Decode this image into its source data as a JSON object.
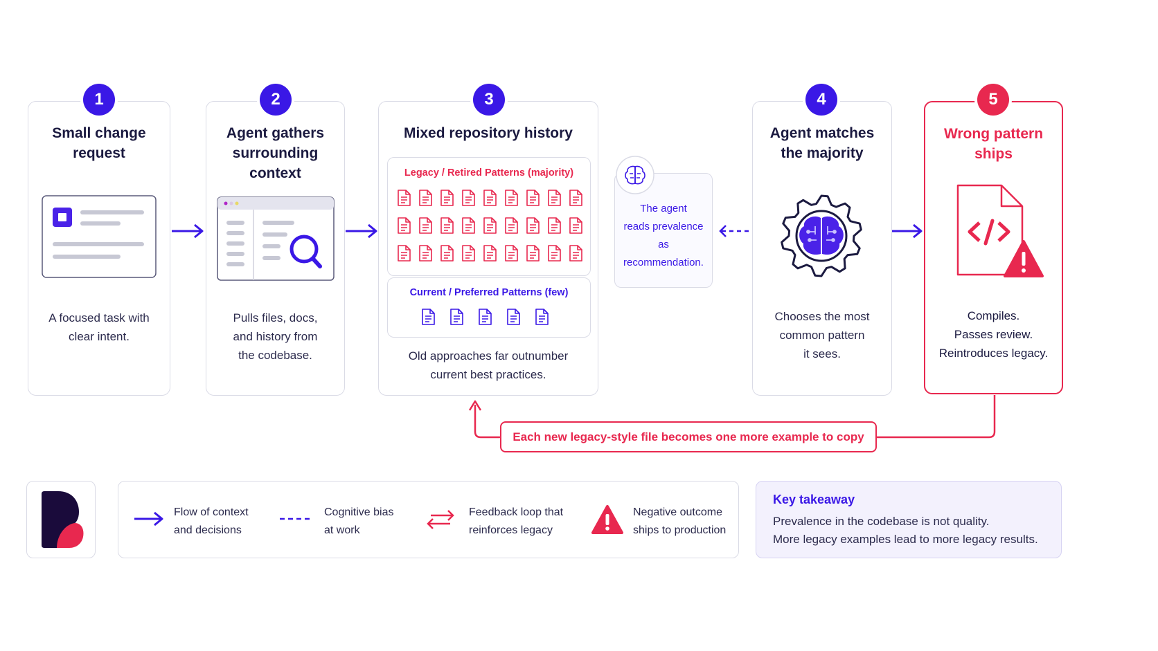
{
  "steps": [
    {
      "number": "1",
      "title_lines": [
        "Small change",
        "request"
      ],
      "desc_lines": [
        "A focused task with",
        "clear intent."
      ]
    },
    {
      "number": "2",
      "title_lines": [
        "Agent gathers",
        "surrounding",
        "context"
      ],
      "desc_lines": [
        "Pulls files, docs,",
        "and history from",
        "the codebase."
      ]
    },
    {
      "number": "3",
      "title_lines": [
        "Mixed repository history"
      ],
      "desc_lines": [
        "Old approaches far outnumber",
        "current best practices."
      ]
    },
    {
      "number": "4",
      "title_lines": [
        "Agent matches",
        "the majority"
      ],
      "desc_lines": [
        "Chooses the most",
        "common pattern",
        "it sees."
      ]
    },
    {
      "number": "5",
      "title_lines": [
        "Wrong pattern",
        "ships"
      ],
      "desc_lines": [
        "Compiles.",
        "Passes review.",
        "Reintroduces legacy."
      ]
    }
  ],
  "repository": {
    "legacy_title": "Legacy / Retired Patterns (majority)",
    "current_title": "Current / Preferred Patterns (few)"
  },
  "callout": {
    "lines": [
      "The agent",
      "reads prevalence",
      "as",
      "recommendation."
    ]
  },
  "feedback_loop": {
    "label": "Each new legacy-style file becomes one more example to copy"
  },
  "legend": [
    {
      "icon": "arrow-right-icon",
      "lines": [
        "Flow of context",
        "and decisions"
      ]
    },
    {
      "icon": "dashed-line-icon",
      "lines": [
        "Cognitive bias",
        "at work"
      ]
    },
    {
      "icon": "double-arrow-icon",
      "lines": [
        "Feedback loop that",
        "reinforces legacy"
      ]
    },
    {
      "icon": "warning-icon",
      "lines": [
        "Negative outcome",
        "ships to production"
      ]
    }
  ],
  "takeaway": {
    "title": "Key takeaway",
    "lines": [
      "Prevalence in the codebase is not quality.",
      "More legacy examples lead to more legacy results."
    ]
  },
  "colors": {
    "primary": "#3a18e6",
    "danger": "#e8284f",
    "border": "#dadbe6",
    "text": "#1b1a40"
  }
}
